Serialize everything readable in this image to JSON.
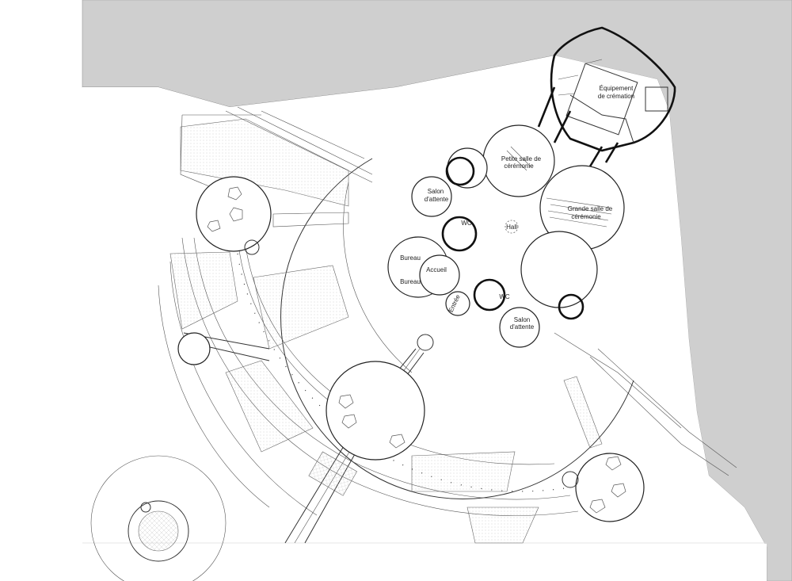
{
  "colors": {
    "background": "#ffffff",
    "terrain": "#cfcfcf",
    "line": "#222222",
    "wall": "#111111"
  },
  "rooms": {
    "equipement": [
      "Équipement",
      "de crémation"
    ],
    "petite_salle": [
      "Petite salle de",
      "cérémonie"
    ],
    "grande_salle": [
      "Grande salle de",
      "cérémonie"
    ],
    "salon_attente_1": [
      "Salon",
      "d'attente"
    ],
    "salon_attente_2": [
      "Salon",
      "d'attente"
    ],
    "wc_1": "WC",
    "wc_2": "WC",
    "hall": "Hall",
    "bureau_1": "Bureau",
    "bureau_2": "Bureau",
    "accueil": "Accueil",
    "entree": "Entrée"
  }
}
